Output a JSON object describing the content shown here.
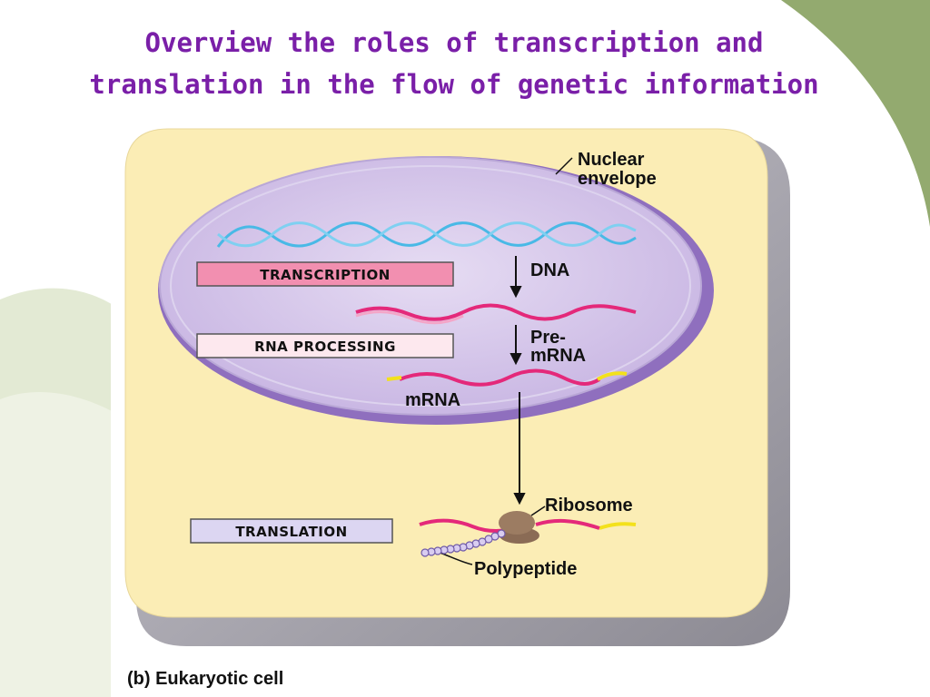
{
  "title": {
    "line1": "Overview the roles of transcription and",
    "line2": "translation in the flow of genetic information"
  },
  "diagram": {
    "nuclear_envelope_line1": "Nuclear",
    "nuclear_envelope_line2": "envelope",
    "transcription": "TRANSCRIPTION",
    "rna_processing": "RNA PROCESSING",
    "translation": "TRANSLATION",
    "dna": "DNA",
    "pre_mrna_line1": "Pre-",
    "pre_mrna_line2": "mRNA",
    "mrna": "mRNA",
    "ribosome": "Ribosome",
    "polypeptide": "Polypeptide",
    "caption": "(b) Eukaryotic cell"
  },
  "colors": {
    "title": "#7a1fa8",
    "cytoplasm": "#fbedb5",
    "nucleus": "#d6c6ea",
    "dna": "#49b9e6",
    "mrna": "#e4297a",
    "cap_tail": "#f3e11b",
    "transcription_box": "#f28fb0",
    "processing_box": "#fde8ee",
    "translation_box": "#dcd6f2",
    "background_swoosh": "#93aa6f"
  }
}
